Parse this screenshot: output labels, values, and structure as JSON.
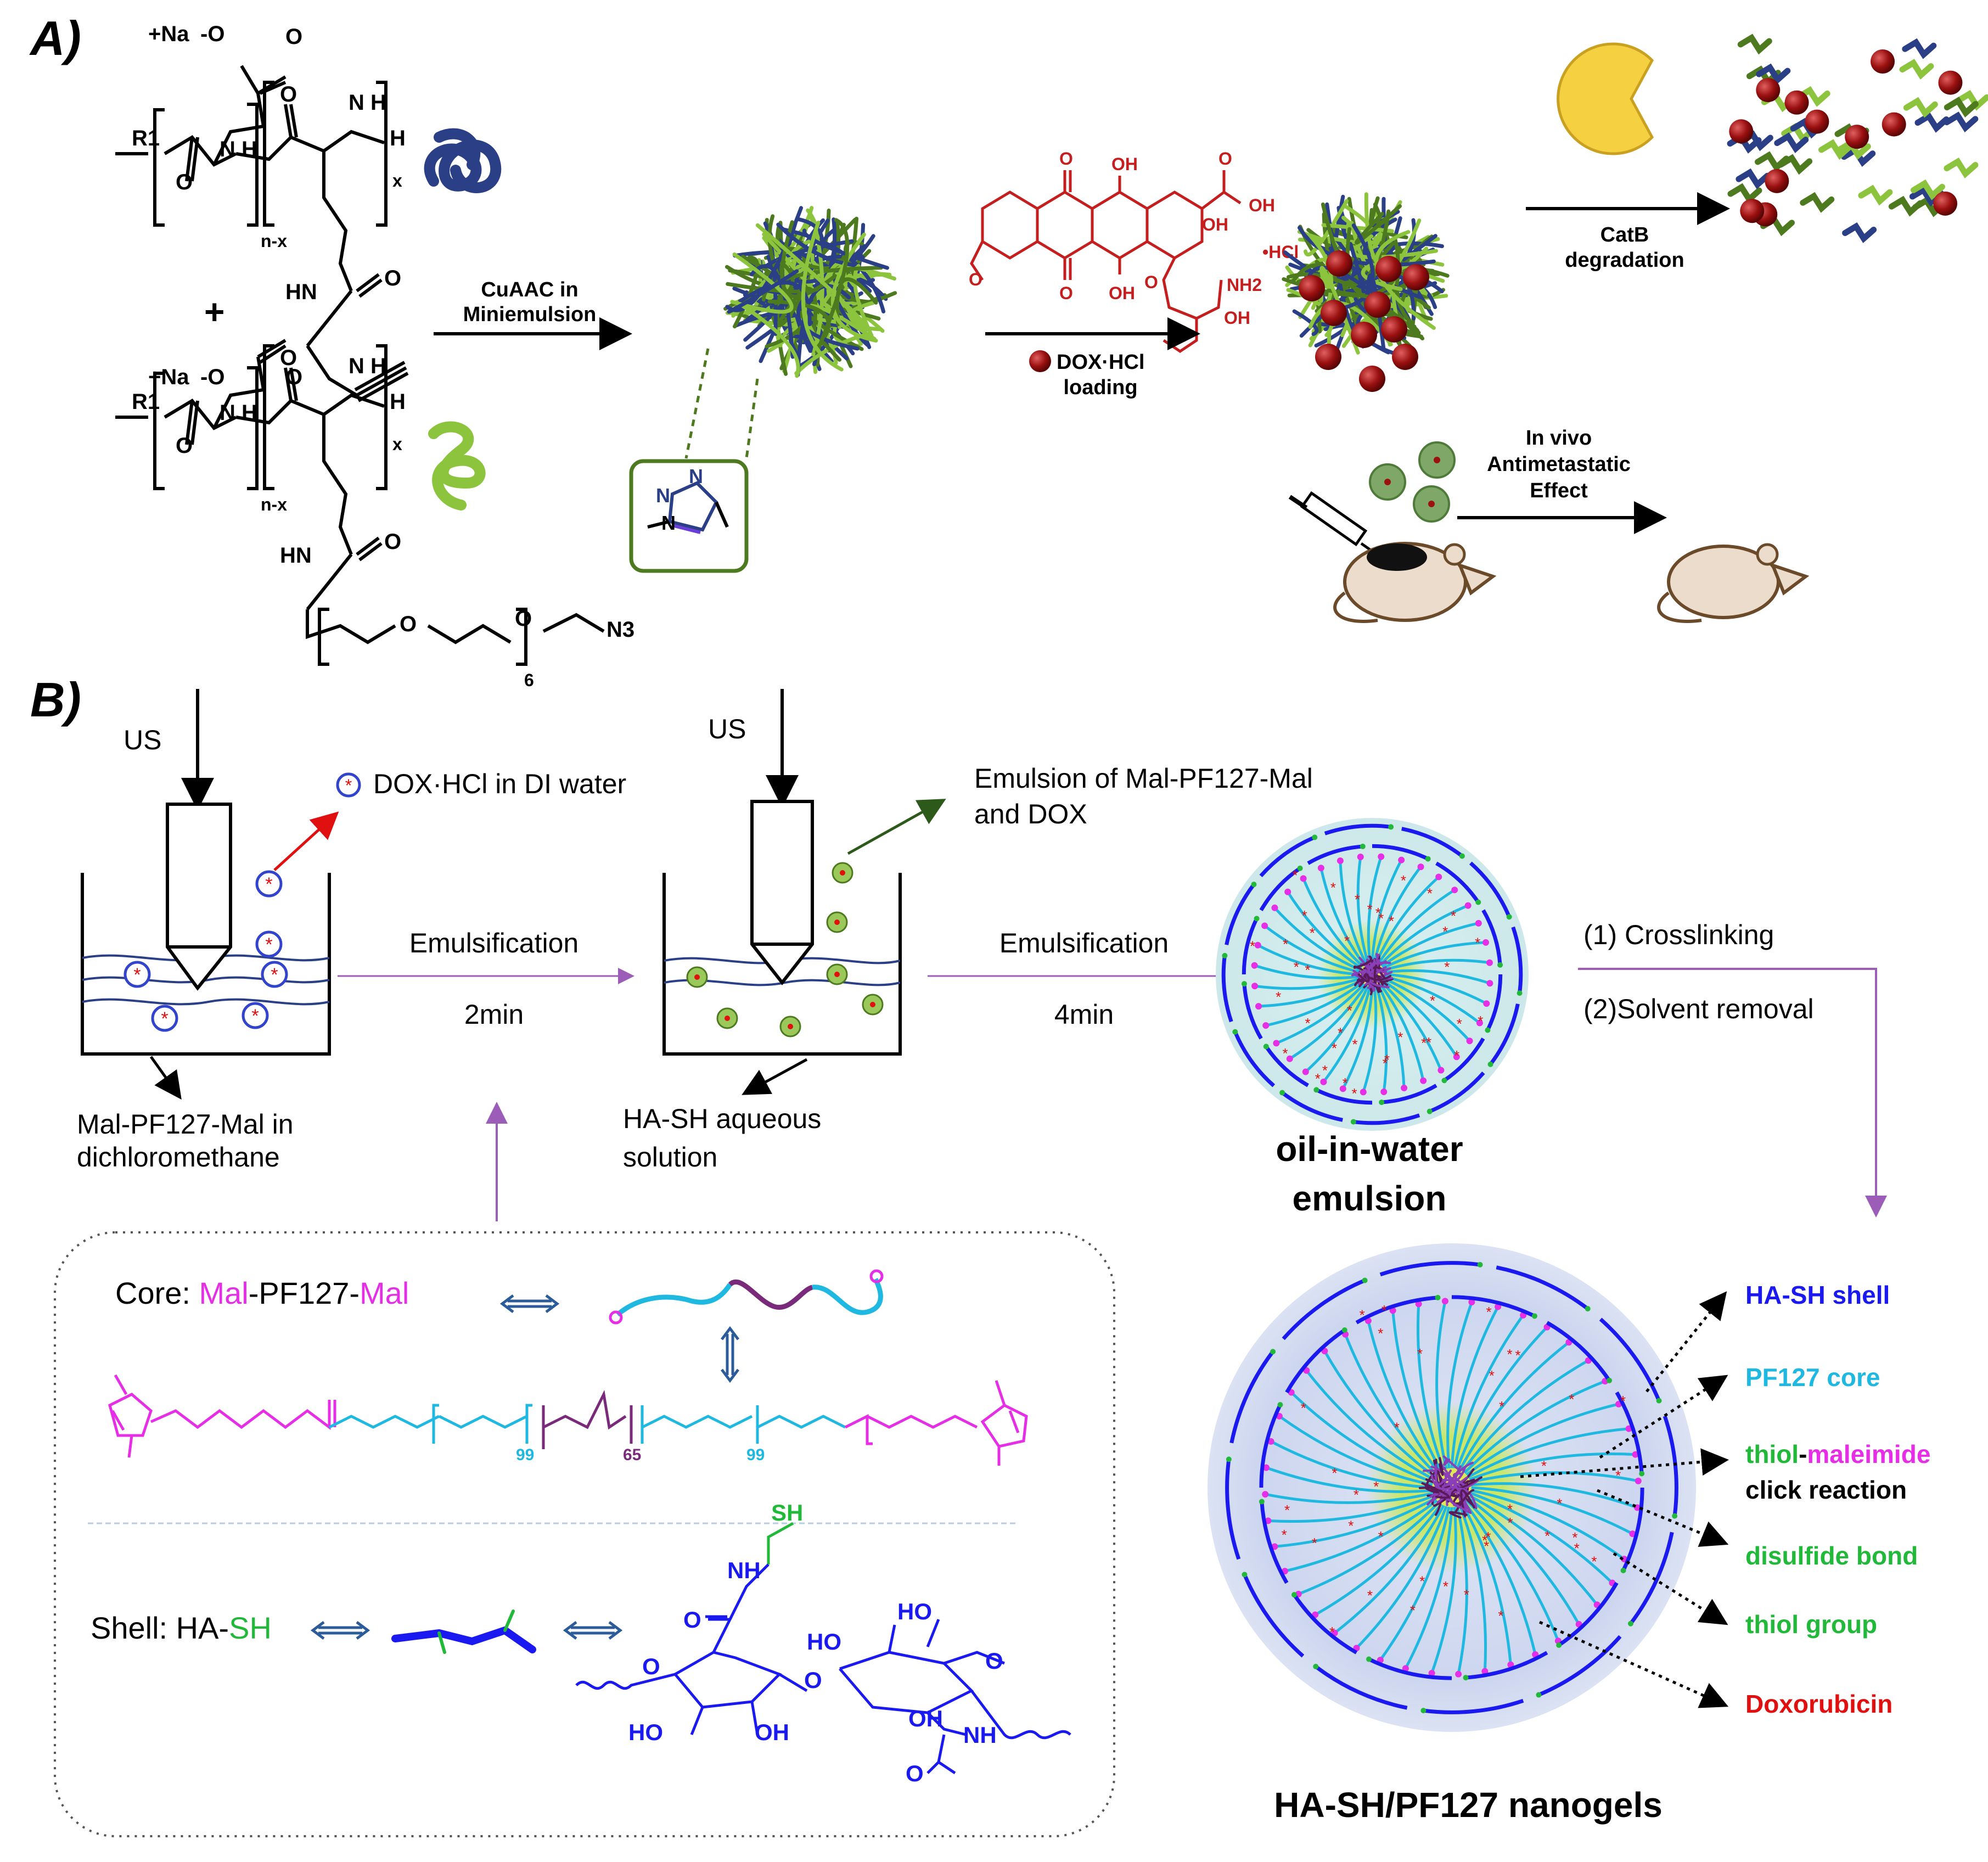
{
  "panel_a": {
    "label": "A)",
    "monomer1": {
      "cation": "+Na",
      "anion": "-O",
      "o_top": "O",
      "r1": "R1",
      "o1": "O",
      "o2": "O",
      "nh1": "N\nH",
      "nh2": "N\nH",
      "h": "H",
      "sub_nx": "n-x",
      "sub_x": "x",
      "hn": "HN",
      "o3": "O"
    },
    "plus": "+",
    "monomer2": {
      "cation": "+Na",
      "anion": "-O",
      "o_top": "O",
      "r1": "R1",
      "o1": "O",
      "o2": "O",
      "nh1": "N\nH",
      "nh2": "N\nH",
      "h": "H",
      "sub_nx": "n-x",
      "sub_x": "x",
      "hn": "HN",
      "o3": "O",
      "o4": "O",
      "o5": "O",
      "sub6": "6",
      "n3": "N3"
    },
    "step1": {
      "line1": "CuAAC in",
      "line2": "Miniemulsion"
    },
    "triazole": {
      "n1": "N",
      "n2": "N",
      "n3": "N"
    },
    "dox_struct": {
      "o1": "O",
      "oh1": "OH",
      "o2": "O",
      "oh2": "OH",
      "oh3": "OH",
      "o3": "O",
      "oh4": "OH",
      "o4": "O",
      "hcl": "•HCl",
      "nh2": "NH2",
      "o5": "O",
      "oh5": "OH"
    },
    "step2": {
      "line1": "DOX·HCl",
      "line2": "loading"
    },
    "step3": {
      "line1": "CatB",
      "line2": "degradation"
    },
    "step4": {
      "line1": "In vivo",
      "line2": "Antimetastatic",
      "line3": "Effect"
    }
  },
  "panel_b": {
    "label": "B)",
    "us1": "US",
    "us2": "US",
    "dox_water": "DOX·HCl in DI water",
    "emulsion_label": {
      "line1": "Emulsion of Mal-PF127-Mal",
      "line2": "and DOX"
    },
    "emulsification1": "Emulsification",
    "time1": "2min",
    "emulsification2": "Emulsification",
    "time2": "4min",
    "mal_solution": {
      "line1": "Mal-PF127-Mal in",
      "line2": "dichloromethane"
    },
    "hash_solution": {
      "line1": "HA-SH aqueous",
      "line2": "solution"
    },
    "oil_water": {
      "line1": "oil-in-water",
      "line2": "emulsion"
    },
    "crosslinking": "(1) Crosslinking",
    "solvent_removal": "(2)Solvent removal",
    "core_label": {
      "prefix": "Core: ",
      "mal1": "Mal",
      "mid": "-PF127-",
      "mal2": "Mal"
    },
    "peg_sub1": "99",
    "ppg_sub": "65",
    "peg_sub2": "99",
    "shell_label": {
      "prefix": "Shell: HA-",
      "sh": "SH"
    },
    "ha_struct": {
      "sh": "SH",
      "o_amide": "O",
      "nh": "NH",
      "o1": "O",
      "ho1": "HO",
      "oh1": "OH",
      "o2": "O",
      "ho2": "HO",
      "ho3": "HO",
      "o3": "O",
      "nh2": "NH",
      "o4": "O",
      "oh2": "OH"
    },
    "legend": {
      "shell": "HA-SH shell",
      "core": "PF127 core",
      "thiol": "thiol",
      "dash": "-",
      "maleimide": "maleimide",
      "click": "click reaction",
      "disulfide": "disulfide bond",
      "thiol_group": "thiol group",
      "doxorubicin": "Doxorubicin"
    },
    "nanogel_title": "HA-SH/PF127 nanogels"
  },
  "colors": {
    "navy": "#2b3f87",
    "green": "#8cc43e",
    "darkgreen": "#4d7a1f",
    "red": "#c41e1e",
    "magenta": "#e62ee6",
    "cyan": "#1fb8e0",
    "purple": "#8a3fb8",
    "blue": "#1a1af0",
    "legend_green": "#22b83a",
    "pacman": "#f5d142"
  }
}
